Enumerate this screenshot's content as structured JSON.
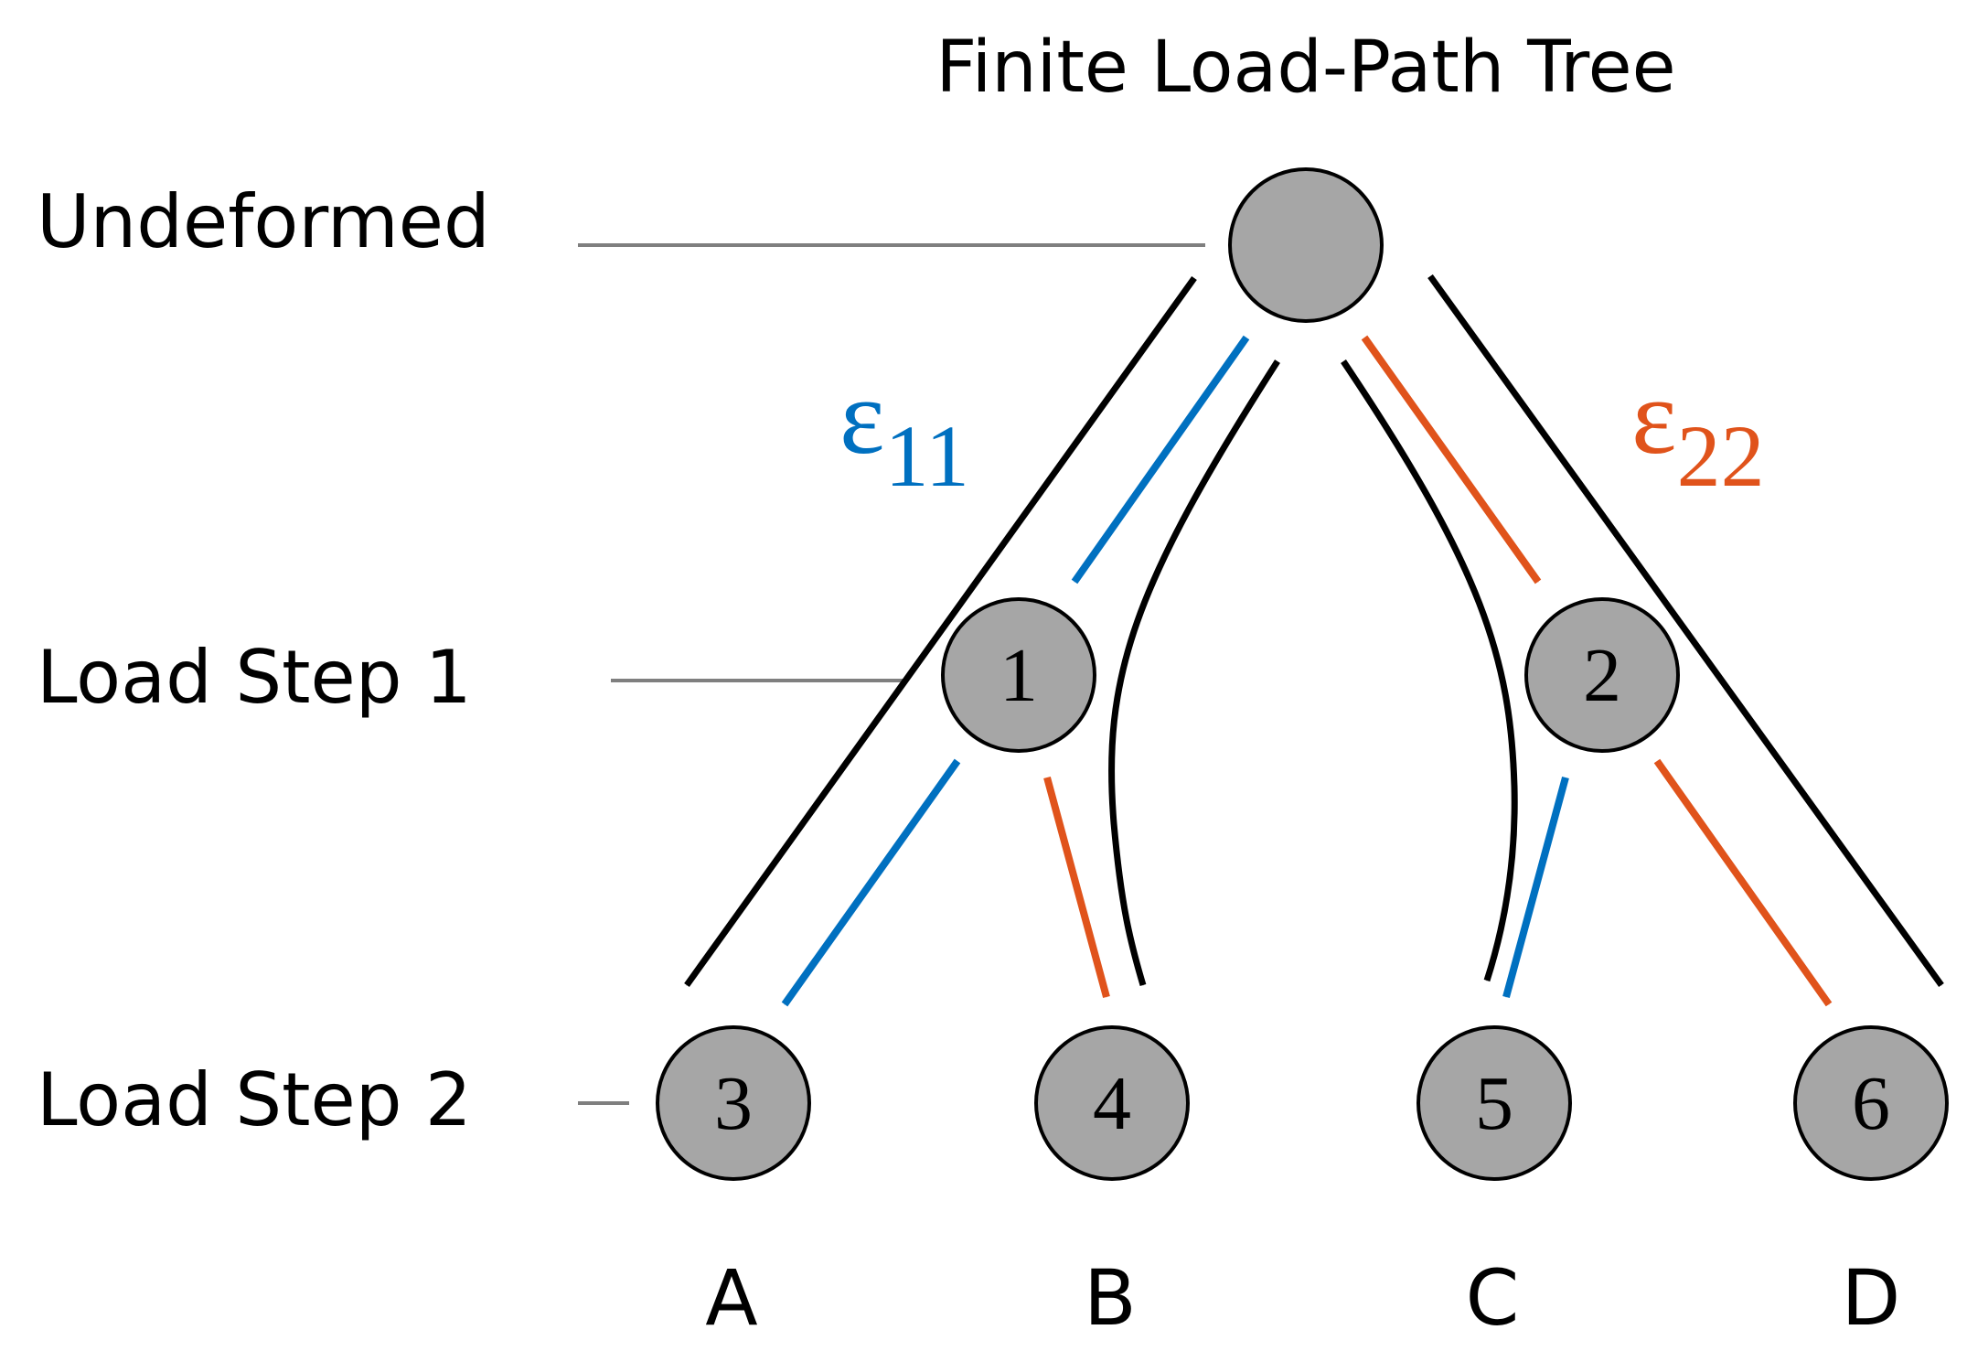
{
  "title": "Finite Load-Path Tree",
  "levels": {
    "undeformed": "Undeformed",
    "step1": "Load Step 1",
    "step2": "Load Step 2"
  },
  "strain_labels": {
    "e11": {
      "symbol": "ε",
      "subscript": "11"
    },
    "e22": {
      "symbol": "ε",
      "subscript": "22"
    }
  },
  "nodes": {
    "root": "",
    "n1": "1",
    "n2": "2",
    "n3": "3",
    "n4": "4",
    "n5": "5",
    "n6": "6"
  },
  "paths": {
    "a": "A",
    "b": "B",
    "c": "C",
    "d": "D"
  },
  "colors": {
    "blue": "#0070c0",
    "orange": "#e0531b",
    "black": "#000000",
    "node_fill": "#a6a6a6",
    "guide_line": "#7f7f7f"
  }
}
